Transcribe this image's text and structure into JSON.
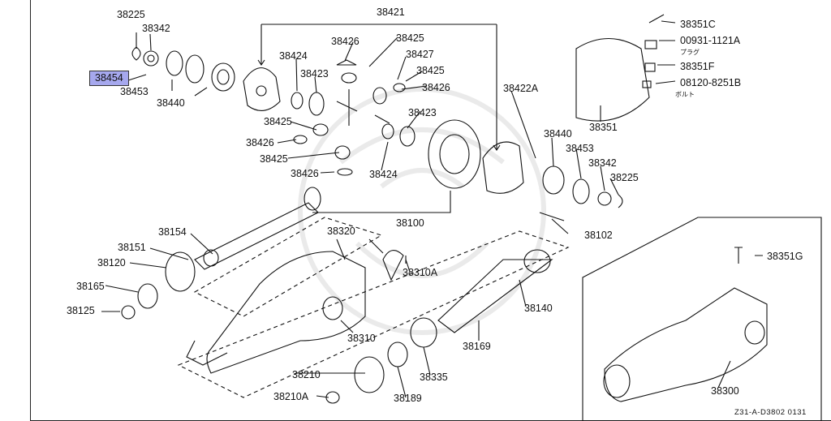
{
  "diagram": {
    "highlighted_part": "38454",
    "footer_code": "Z31-A-D3802  0131",
    "notes": {
      "plug": "プラグ",
      "bolt": "ボルト"
    },
    "labels": {
      "p38225_top": "38225",
      "p38342_top": "38342",
      "p38453_left": "38453",
      "p38440_left": "38440",
      "p38421": "38421",
      "p38424_a": "38424",
      "p38423_a": "38423",
      "p38426_a": "38426",
      "p38425_a": "38425",
      "p38427": "38427",
      "p38425_b": "38425",
      "p38426_b": "38426",
      "p38425_c": "38425",
      "p38423_b": "38423",
      "p38426_c": "38426",
      "p38425_d": "38425",
      "p38426_d": "38426",
      "p38424_b": "38424",
      "p38422A": "38422A",
      "p38351C": "38351C",
      "p00931": "00931-1121A",
      "p38351F": "38351F",
      "p08120": "08120-8251B",
      "p38351": "38351",
      "p38440_right": "38440",
      "p38453_right": "38453",
      "p38342_right": "38342",
      "p38225_right": "38225",
      "p38100": "38100",
      "p38102": "38102",
      "p38154": "38154",
      "p38151": "38151",
      "p38120": "38120",
      "p38165": "38165",
      "p38125": "38125",
      "p38320": "38320",
      "p38310A": "38310A",
      "p38310": "38310",
      "p38140": "38140",
      "p38169": "38169",
      "p38210": "38210",
      "p38210A": "38210A",
      "p38335": "38335",
      "p38189": "38189",
      "p38351G": "38351G",
      "p38300": "38300"
    }
  }
}
